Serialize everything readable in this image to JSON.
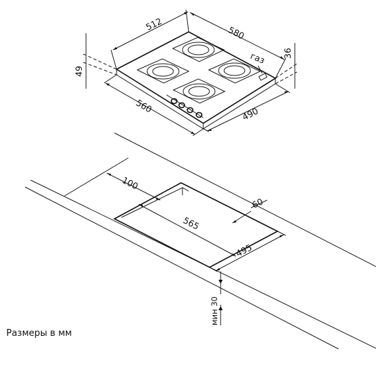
{
  "hob": {
    "dim_depth_top": "512",
    "dim_width_top": "580",
    "dim_height_left": "49",
    "dim_height_right": "36",
    "gas_label": "газ",
    "dim_width_bottom": "560",
    "dim_depth_bottom": "490"
  },
  "cutout": {
    "dim_front_offset": "100",
    "dim_back_offset": "60",
    "dim_width": "565",
    "dim_depth": "495",
    "dim_min_thickness": "мин 30"
  },
  "caption": "Размеры в мм"
}
